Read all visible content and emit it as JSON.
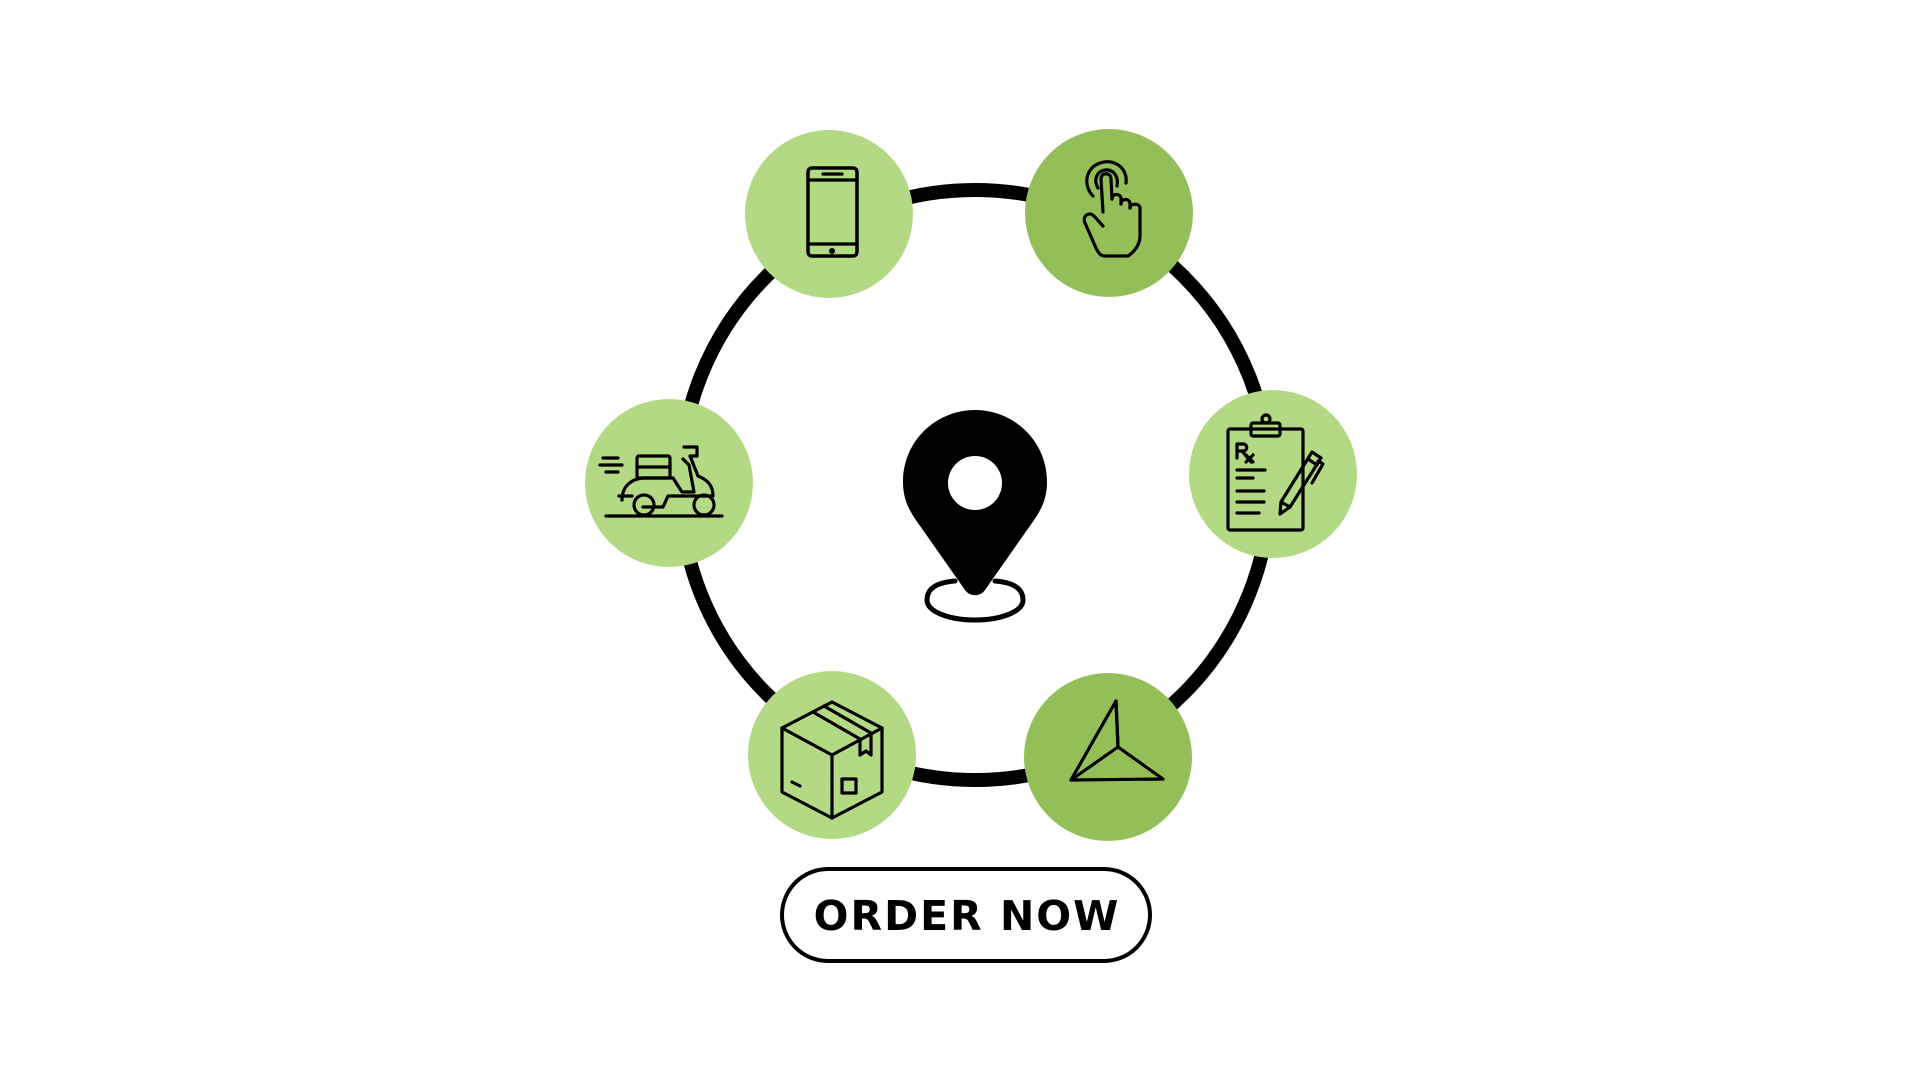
{
  "colors": {
    "background": "#ffffff",
    "ring": "#000000",
    "light_green": "#b3d984",
    "medium_green": "#94bf58",
    "icon": "#000000",
    "button_border": "#000000",
    "button_text": "#000000"
  },
  "center": {
    "icon": "location-pin-icon"
  },
  "nodes": [
    {
      "icon": "smartphone-icon",
      "color": "light_green"
    },
    {
      "icon": "tap-finger-icon",
      "color": "medium_green"
    },
    {
      "icon": "prescription-clipboard-icon",
      "color": "light_green"
    },
    {
      "icon": "navigation-arrow-icon",
      "color": "medium_green"
    },
    {
      "icon": "package-box-icon",
      "color": "light_green"
    },
    {
      "icon": "delivery-scooter-icon",
      "color": "light_green"
    }
  ],
  "cta": {
    "label": "ORDER NOW"
  }
}
